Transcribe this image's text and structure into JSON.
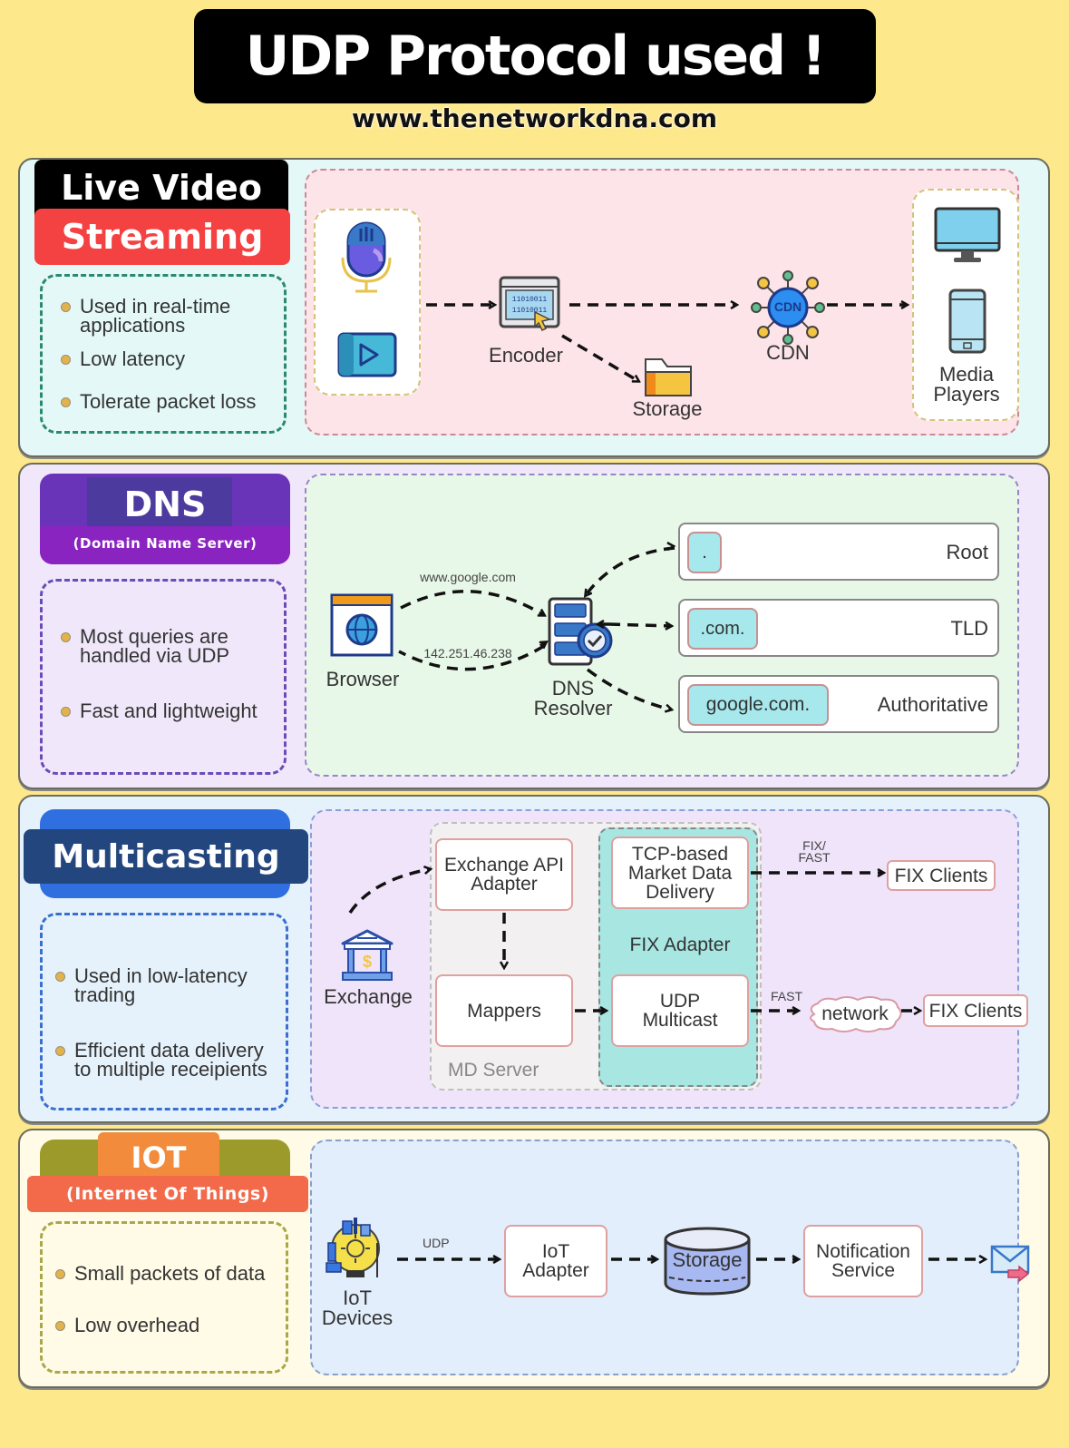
{
  "header": {
    "title": "UDP Protocol used !",
    "website": "www.thenetworkdna.com"
  },
  "sections": {
    "streaming": {
      "title_line1": "Live Video",
      "title_line2": "Streaming",
      "bullets": [
        "Used in real-time applications",
        "Low latency",
        "Tolerate packet loss"
      ],
      "nodes": {
        "encoder": "Encoder",
        "storage": "Storage",
        "cdn": "CDN",
        "cdn_badge": "CDN",
        "media_players": "Media Players"
      },
      "icons": [
        "microphone-icon",
        "video-play-icon",
        "encoder-icon",
        "folder-icon",
        "cdn-icon",
        "monitor-icon",
        "smartphone-icon"
      ],
      "colors": {
        "title_bg": "#000000",
        "subtitle_bg": "#f44242",
        "accent": "#2a8a6e",
        "diagram_bg": "#fde4e8"
      }
    },
    "dns": {
      "title": "DNS",
      "subtitle": "(Domain Name Server)",
      "bullets": [
        "Most queries are handled via UDP",
        "Fast and lightweight"
      ],
      "nodes": {
        "browser": "Browser",
        "resolver": "DNS Resolver",
        "query_label": "www.google.com",
        "response_label": "142.251.46.238"
      },
      "servers": [
        {
          "tag": ".",
          "name": "Root"
        },
        {
          "tag": ".com.",
          "name": "TLD"
        },
        {
          "tag": "google.com.",
          "name": "Authoritative"
        }
      ],
      "icons": [
        "browser-globe-icon",
        "dns-server-icon"
      ],
      "colors": {
        "title_bg": "#5b3bb0",
        "subtitle_bg": "#8a2bc4",
        "accent": "#6a4bb8",
        "diagram_bg": "#e8f8e8"
      }
    },
    "multicast": {
      "title": "Multicasting",
      "bullets": [
        "Used in low-latency trading",
        "Efficient data delivery to multiple receipients"
      ],
      "nodes": {
        "exchange": "Exchange",
        "api_adapter": "Exchange API Adapter",
        "mappers": "Mappers",
        "md_server": "MD Server",
        "tcp_delivery": "TCP-based Market Data Delivery",
        "fix_adapter": "FIX Adapter",
        "udp_multicast": "UDP Multicast",
        "network": "network",
        "fix_clients_1": "FIX Clients",
        "fix_clients_2": "FIX Clients",
        "label_fix_fast": "FIX/ FAST",
        "label_fast": "FAST"
      },
      "icons": [
        "bank-icon",
        "cloud-icon"
      ],
      "colors": {
        "title_bg": "#24467e",
        "band_bg": "#2f6fe0",
        "accent": "#3a6fd0",
        "diagram_bg": "#f0e4fa",
        "fix_bg": "#a8e6e2"
      }
    },
    "iot": {
      "title": "IOT",
      "subtitle": "(Internet Of Things)",
      "bullets": [
        "Small packets of data",
        "Low overhead"
      ],
      "nodes": {
        "devices": "IoT Devices",
        "udp_label": "UDP",
        "adapter": "IoT Adapter",
        "storage": "Storage",
        "notification": "Notification Service"
      },
      "icons": [
        "iot-city-icon",
        "database-icon",
        "email-send-icon"
      ],
      "colors": {
        "title_bg": "#f28c3c",
        "band_bg": "#9c9a2a",
        "subtitle_bg": "#f26a4a",
        "accent": "#a8a84a",
        "diagram_bg": "#e2eefc"
      }
    }
  }
}
